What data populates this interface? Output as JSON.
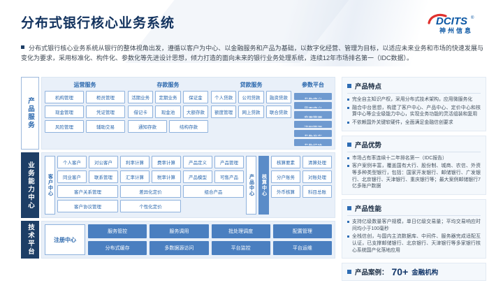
{
  "page": {
    "title": "分布式银行核心业务系统"
  },
  "logo": {
    "brand": "DCITS",
    "reg": "®",
    "company": "神州信息"
  },
  "intro": "分布式银行核心业务系统从银行的整体视角出发，遵循以客户为中心、以金融服务和产品为基础，以数字化经营、管理为目标，以适应未来业务和市场的快速发展与变化为要求，采用标准化、构件化、参数化等先进设计思想，倾力打造的面向未来的银行业务处理系统，连续12年市场排名第一（IDC数据）。",
  "colors": {
    "navy": "#1d3e66",
    "accent_blue": "#2e6db4",
    "box_fill_blue": "#5b8cc8",
    "band_bg": "#e9f0f9",
    "brand_blue": "#0b57a4",
    "brand_red": "#e0312e"
  },
  "diagram": {
    "row_labels": {
      "products": "产品服务",
      "business": "业务能力中心",
      "tech": "技术平台"
    },
    "operations": {
      "title": "运营服务",
      "boxes": [
        "机构管理",
        "柜员管理",
        "现金管理",
        "凭证管理",
        "风险管理",
        "辅助交易"
      ]
    },
    "deposits": {
      "title": "存款服务",
      "boxes": [
        "活期业务",
        "定期业务",
        "保证金",
        "借记卡",
        "现金池",
        "大额存款",
        "通知存款",
        "结构存款"
      ]
    },
    "loans": {
      "title": "贷款服务",
      "boxes": [
        "个人贷款",
        "公司贷款",
        "融资贷款",
        "额度管理",
        "网上贷款",
        "联合贷款"
      ]
    },
    "params": {
      "title": "参数平台",
      "boxes": [
        "参数定义",
        "界面定义",
        "变更管理",
        "流程管理",
        "参数发布",
        "参数校验"
      ]
    },
    "customer": {
      "title": "客户中心",
      "boxes": [
        "个人客户",
        "对公客户",
        "同业客户",
        "联系管理",
        "客户关系管理",
        "客户协议管理"
      ]
    },
    "pricing": {
      "boxes": [
        "利率计算",
        "费率计算",
        "汇率计算",
        "税率计算",
        "差异化定价",
        "个性化定价"
      ]
    },
    "product": {
      "title": "产品中心",
      "boxes": [
        "产品定义",
        "产品管理",
        "产品模型",
        "可售产品",
        "组合产品"
      ]
    },
    "accounting": {
      "title": "核算中心",
      "boxes": [
        "核算要素",
        "清算处理",
        "分户账务",
        "对账处理",
        "外币核算",
        "科目总账"
      ]
    },
    "tech": {
      "registry": "注册中心",
      "boxes": [
        "服务管控",
        "服务调用",
        "批处理调度",
        "配置管理",
        "分布式缓存",
        "多数据源访问",
        "平台监控",
        "平台运维"
      ]
    }
  },
  "panel": {
    "features": {
      "title": "产品特点",
      "items": [
        "完全自主知识产权，采用分布式技术架构，应用微服务化",
        "融合中台思想，构建了客户中心、产品中心、定价中心和核算中心等企业级能力中心，实现业务功能的灵活组装和复用",
        "不依赖国外关键软硬件，全面满足金融信创要求"
      ]
    },
    "advantages": {
      "title": "产品优势",
      "items": [
        "市场占有率连续十二年排名第一（IDC报告）",
        "客户案例丰富，覆盖国有大行、股份制、城商、农信、外资等多种类型银行，包括：国家开发银行、邮储银行、广发银行、北京银行、天津银行、重庆银行等；最大案例邮储银行7亿多账户数据"
      ]
    },
    "performance": {
      "title": "产品性能",
      "items": [
        "支持亿级数量客户规模，单日亿级交易量；平均交易响应时间均小于100毫秒",
        "全栈信创，与国内主流数据库、中间件、服务器完成适配互认证，已支撑邮储银行、北京银行、天津银行等多家银行核心系统国产化落地应用"
      ]
    },
    "cases": {
      "label": "产品案例：",
      "highlight": "70+",
      "suffix": "金融机构"
    }
  }
}
